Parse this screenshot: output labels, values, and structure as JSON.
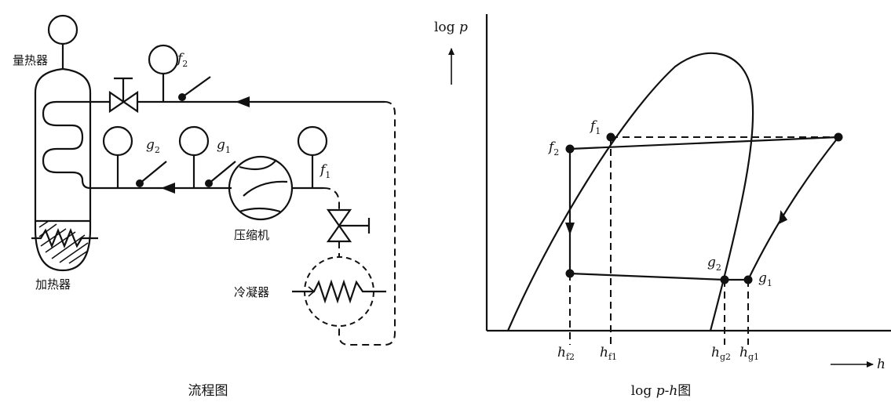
{
  "flow": {
    "calorimeter_label": "量热器",
    "heater_label": "加热器",
    "compressor_label": "压缩机",
    "condenser_label": "冷凝器",
    "caption": "流程图",
    "points": {
      "f2": {
        "base": "f",
        "sub": "2"
      },
      "f1": {
        "base": "f",
        "sub": "1"
      },
      "g2": {
        "base": "g",
        "sub": "2"
      },
      "g1": {
        "base": "g",
        "sub": "1"
      }
    }
  },
  "chart": {
    "ylabel_base": "log",
    "ylabel_var": "p",
    "xlabel": "h",
    "caption_pre": "log ",
    "caption_var1": "p",
    "caption_mid": "-",
    "caption_var2": "h",
    "caption_post": "图",
    "points": {
      "f1": {
        "base": "f",
        "sub": "1"
      },
      "f2": {
        "base": "f",
        "sub": "2"
      },
      "g2": {
        "base": "g",
        "sub": "2"
      },
      "g1": {
        "base": "g",
        "sub": "1"
      }
    },
    "enthalpy_ticks": {
      "hf2": {
        "base": "h",
        "sub": "f2"
      },
      "hf1": {
        "base": "h",
        "sub": "f1"
      },
      "hg2": {
        "base": "h",
        "sub": "g2"
      },
      "hg1": {
        "base": "h",
        "sub": "g1"
      }
    }
  }
}
